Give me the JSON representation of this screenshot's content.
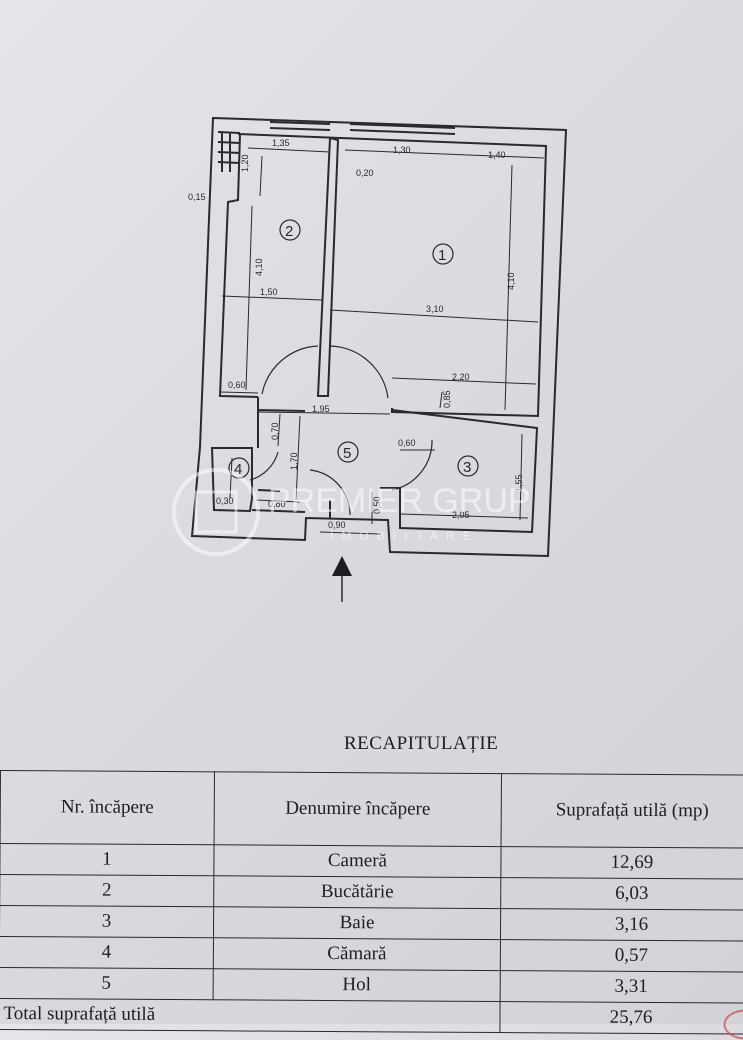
{
  "floor_plan": {
    "rooms": [
      {
        "id": "1",
        "label": "1"
      },
      {
        "id": "2",
        "label": "2"
      },
      {
        "id": "3",
        "label": "3"
      },
      {
        "id": "4",
        "label": "4"
      },
      {
        "id": "5",
        "label": "5"
      }
    ],
    "dimensions": {
      "d_135": "1,35",
      "d_130_top": "1,30",
      "d_140": "1,40",
      "d_120": "1,20",
      "d_020": "0,20",
      "d_015": "0,15",
      "d_410_left": "4,10",
      "d_150": "1,50",
      "d_310": "3,10",
      "d_410_right": "4,10",
      "d_220": "2,20",
      "d_060_left": "0,60",
      "d_195": "1,95",
      "d_085": "0,85",
      "d_070": "0,70",
      "d_060_mid": "0,60",
      "d_170": "1,70",
      "d_155": "1,55",
      "d_030": "0,30",
      "d_080": "0,80",
      "d_050": "0,50",
      "d_205": "2,05",
      "d_090": "0,90"
    },
    "watermark": {
      "brand": "PREMIER GRUP",
      "sub": "IMOBILIARE"
    }
  },
  "summary": {
    "title": "RECAPITULAȚIE",
    "headers": {
      "nr": "Nr. încăpere",
      "name": "Denumire încăpere",
      "area": "Suprafață utilă (mp)"
    },
    "rows": [
      {
        "nr": "1",
        "name": "Cameră",
        "area": "12,69"
      },
      {
        "nr": "2",
        "name": "Bucătărie",
        "area": "6,03"
      },
      {
        "nr": "3",
        "name": "Baie",
        "area": "3,16"
      },
      {
        "nr": "4",
        "name": "Cămară",
        "area": "0,57"
      },
      {
        "nr": "5",
        "name": "Hol",
        "area": "3,31"
      }
    ],
    "total_label": "Total suprafață utilă",
    "total_value": "25,76"
  }
}
